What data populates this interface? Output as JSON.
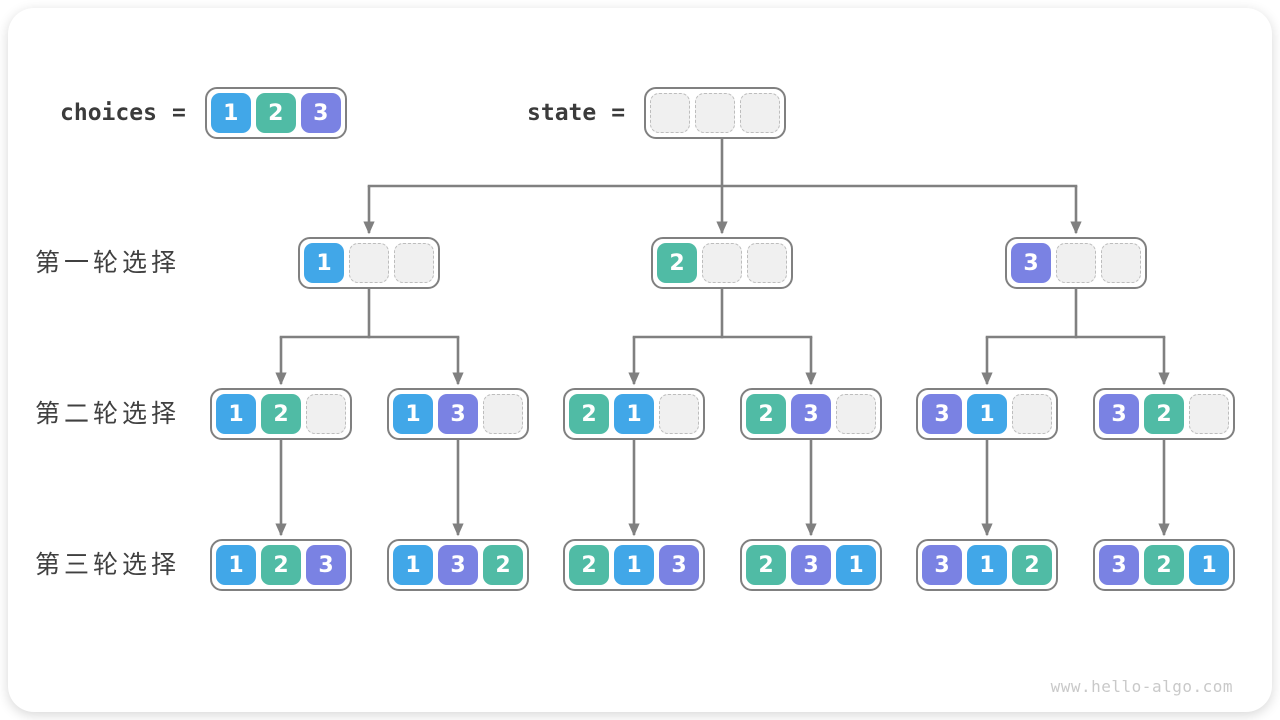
{
  "meta": {
    "watermark": "www.hello-algo.com"
  },
  "colors": {
    "line": "#808080",
    "box_border": "#808080",
    "text_dark": "#3B3B3B",
    "row_label": "#404040",
    "empty_bg": "#F0F0F0",
    "empty_border": "#BDBDBD",
    "watermark": "#C9C9C9",
    "value_colors": {
      "1": "#41A7E8",
      "2": "#50BBA5",
      "3": "#7A82E3"
    }
  },
  "legend": {
    "choices_label": "choices",
    "equals": "=",
    "choices_cells": [
      1,
      2,
      3
    ],
    "state_label": "state",
    "state_cells": [
      null,
      null,
      null
    ]
  },
  "rows": [
    {
      "label": "第一轮选择",
      "nodes": [
        [
          1,
          null,
          null
        ],
        [
          2,
          null,
          null
        ],
        [
          3,
          null,
          null
        ]
      ]
    },
    {
      "label": "第二轮选择",
      "nodes": [
        [
          1,
          2,
          null
        ],
        [
          1,
          3,
          null
        ],
        [
          2,
          1,
          null
        ],
        [
          2,
          3,
          null
        ],
        [
          3,
          1,
          null
        ],
        [
          3,
          2,
          null
        ]
      ]
    },
    {
      "label": "第三轮选择",
      "nodes": [
        [
          1,
          2,
          3
        ],
        [
          1,
          3,
          2
        ],
        [
          2,
          1,
          3
        ],
        [
          2,
          3,
          1
        ],
        [
          3,
          1,
          2
        ],
        [
          3,
          2,
          1
        ]
      ]
    }
  ]
}
